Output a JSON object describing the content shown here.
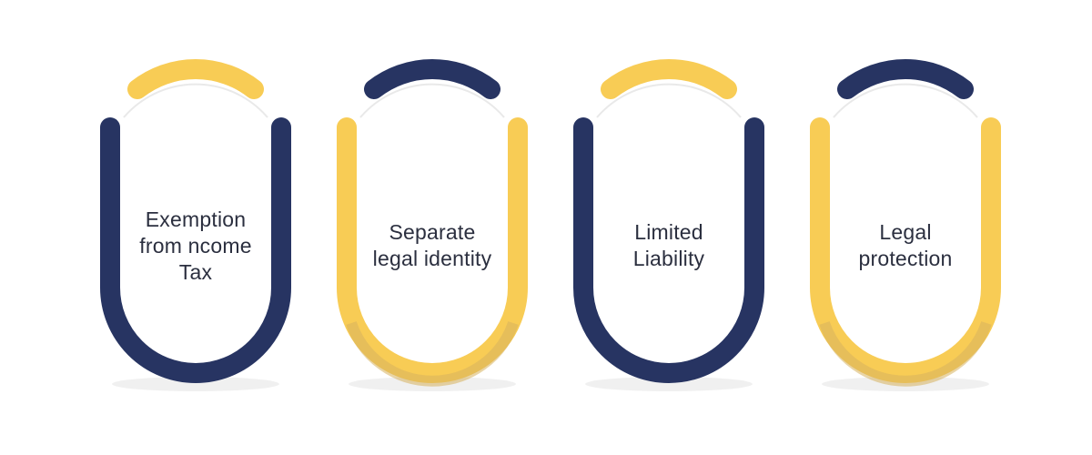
{
  "colors": {
    "navy": "#273462",
    "gold": "#F8CC55",
    "gold_shadow": "#D7B35F",
    "connector": "#E9E9E9",
    "text": "#2B2F3F"
  },
  "cards": [
    {
      "label": "Exemption from ncome Tax",
      "top_cap_color": "gold",
      "frame_color": "navy"
    },
    {
      "label": "Separate legal identity",
      "top_cap_color": "navy",
      "frame_color": "gold"
    },
    {
      "label": "Limited Liability",
      "top_cap_color": "gold",
      "frame_color": "navy"
    },
    {
      "label": "Legal protection",
      "top_cap_color": "navy",
      "frame_color": "gold"
    }
  ]
}
